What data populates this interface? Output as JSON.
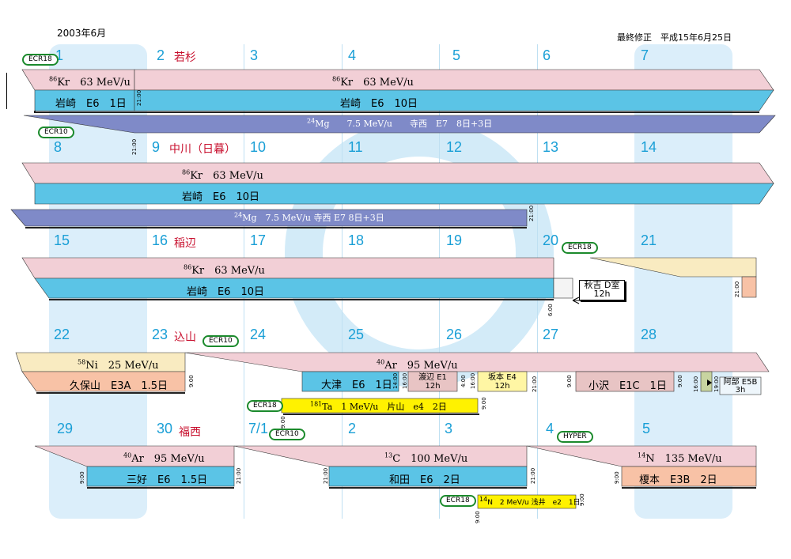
{
  "header": {
    "month": "2003年6月",
    "revision": "最終修正　平成15年6月25日"
  },
  "weeks": [
    {
      "days": [
        "1",
        "2",
        "3",
        "4",
        "5",
        "6",
        "7"
      ],
      "holiday": "若杉"
    },
    {
      "days": [
        "8",
        "9",
        "10",
        "11",
        "12",
        "13",
        "14"
      ],
      "holiday": "中川（日暮）"
    },
    {
      "days": [
        "15",
        "16",
        "17",
        "18",
        "19",
        "20",
        "21"
      ],
      "holiday": "稲辺"
    },
    {
      "days": [
        "22",
        "23",
        "24",
        "25",
        "26",
        "27",
        "28"
      ],
      "holiday": "込山"
    },
    {
      "days": [
        "29",
        "30",
        "7/1",
        "2",
        "3",
        "4",
        "5"
      ],
      "holiday": "福西"
    }
  ],
  "pills": {
    "ecr18": "ECR18",
    "ecr10": "ECR10",
    "hyper": "HYPER"
  },
  "texts": {
    "kr63": "Kr　63 MeV/u",
    "kr_iso": "86",
    "iwasaki1": "岩崎　E6　1日",
    "iwasaki10": "岩崎　E6　10日",
    "mg_iso": "24",
    "mg1": "Mg　　7.5 MeV/u　　寺西　E7　8日+3日",
    "mg2": "Mg　7.5 MeV/u 寺西 E7 8日+3日",
    "akiyoshi": "秋吉 D室",
    "akiyoshi_h": "12h",
    "ni_iso": "58",
    "ni": "Ni　25 MeV/u",
    "kuboyama": "久保山　E3A　1.5日",
    "ar_iso": "40",
    "ar95": "Ar　95 MeV/u",
    "otsu": "大津　E6　1日",
    "watanabe": "渡辺 E1",
    "watanabe_h": "12h",
    "sakamoto": "坂本 E4",
    "sakamoto_h": "12h",
    "ozawa": "小沢　E1C　1日",
    "abe": "阿部 E5B",
    "abe_h": "3h",
    "ta_iso": "181",
    "ta": "Ta　1 MeV/u　片山　e4　2日",
    "miyoshi": "三好　E6　1.5日",
    "c_iso": "13",
    "c100": "C　100 MeV/u",
    "wada": "和田　E6　2日",
    "n_iso": "14",
    "n135": "N　135 MeV/u",
    "enomoto": "榎本　E3B　2日",
    "n_small": "N　2 MeV/u 浅井　e2　1日"
  },
  "times": {
    "t2100": "21:00",
    "t900": "9:00",
    "t600": "6:00",
    "t1400": "14:00",
    "t400": "4:00",
    "t1600": "16:00",
    "t1900": "19:00"
  },
  "colors": {
    "pink": "#f2cfd6",
    "blue": "#5bc4e6",
    "purple": "#7f8ac8",
    "peach": "#f8c2a6",
    "cream": "#f9ebc1",
    "yellow": "#fff200",
    "rose": "#e8c4c4",
    "lightyellow": "#fff6a4",
    "olive": "#c8d4a0",
    "daycolor": "#1a9fd6",
    "holiday": "#c8102e",
    "ecr": "#1b8a2c"
  },
  "icons": {
    "arrow": "left-arrow-icon"
  }
}
